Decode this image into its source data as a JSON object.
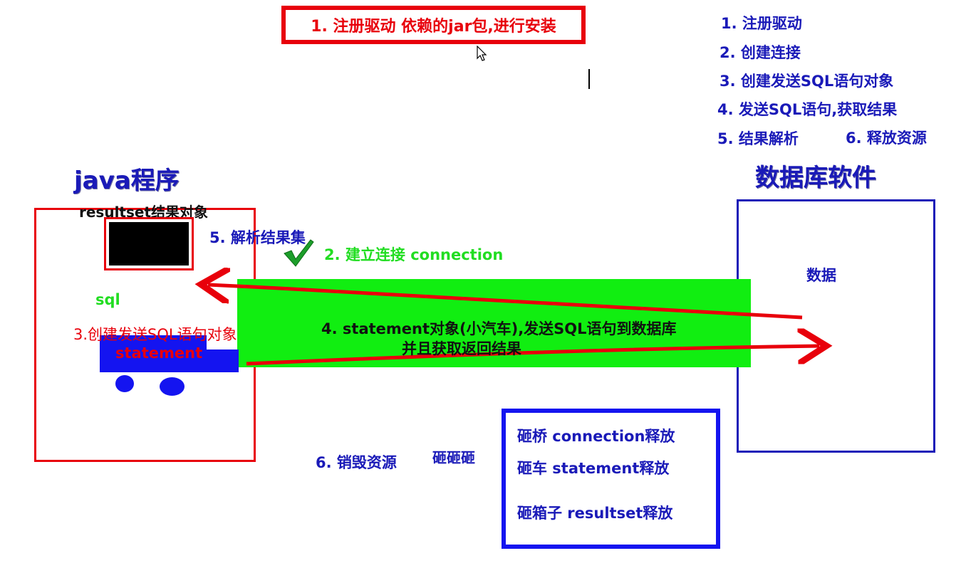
{
  "top_note": "1. 注册驱动 依赖的jar包,进行安装",
  "steps": [
    "1. 注册驱动",
    "2. 创建连接",
    "3. 创建发送SQL语句对象",
    "4. 发送SQL语句,获取结果",
    "5. 结果解析",
    "6. 释放资源"
  ],
  "java_title": "java程序",
  "db_title": "数据库软件",
  "resultset_label": "resultset结果对象",
  "parse_label": "5. 解析结果集",
  "connect_label": "2. 建立连接 connection",
  "sql_label": "sql",
  "statement_create_label": "3.创建发送SQL语句对象",
  "statement_label": "statement",
  "send_line1": "4. statement对象(小汽车),发送SQL语句到数据库",
  "send_line2": "并且获取返回结果",
  "data_label": "数据",
  "destroy_label": "6. 销毁资源",
  "smash_label": "砸砸砸",
  "release_items": [
    "砸桥 connection释放",
    "砸车 statement释放",
    "砸箱子  resultset释放"
  ],
  "colors": {
    "red": "#e8000b",
    "blue": "#1a1ab8",
    "green_band": "#11ee11",
    "green_text": "#22dd22"
  }
}
